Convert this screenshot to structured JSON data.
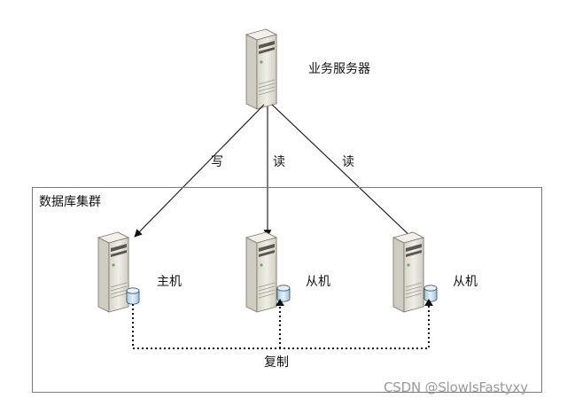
{
  "diagram": {
    "business_server": {
      "label": "业务服务器",
      "icon": "server-icon"
    },
    "cluster": {
      "label": "数据库集群"
    },
    "nodes": [
      {
        "label": "主机",
        "icon": "server-icon",
        "db_icon": "database-icon"
      },
      {
        "label": "从机",
        "icon": "server-icon",
        "db_icon": "database-icon"
      },
      {
        "label": "从机",
        "icon": "server-icon",
        "db_icon": "database-icon"
      }
    ],
    "edges": [
      {
        "label": "写"
      },
      {
        "label": "读"
      },
      {
        "label": "读"
      }
    ],
    "replication": {
      "label": "复制"
    }
  },
  "watermark": "CSDN @SlowIsFastyxy",
  "colors": {
    "server_body": "#e3e1d6",
    "server_side": "#c9c7ba",
    "server_dark": "#5a5952",
    "db_blue": "#cfe3f3",
    "line": "#111111"
  }
}
